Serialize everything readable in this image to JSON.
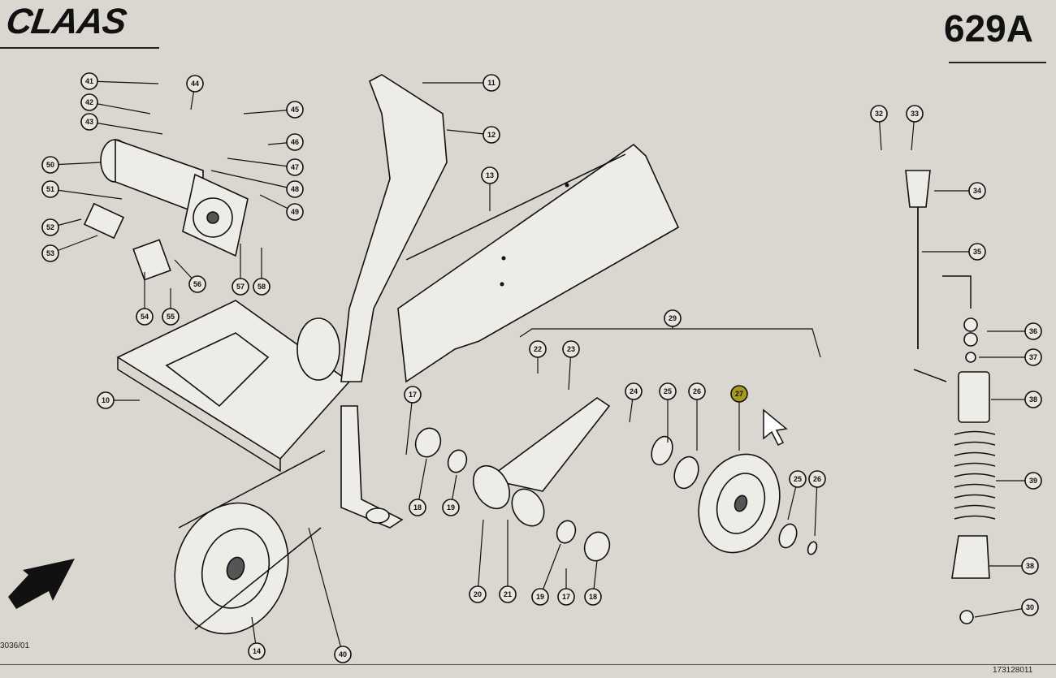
{
  "brand": "CLAAS",
  "page_number": "629A",
  "drawing_ref_left": "3036/01",
  "drawing_ref_right": "173128011",
  "callouts": [
    {
      "id": "c41",
      "label": "41"
    },
    {
      "id": "c42",
      "label": "42"
    },
    {
      "id": "c43",
      "label": "43"
    },
    {
      "id": "c44",
      "label": "44"
    },
    {
      "id": "c50",
      "label": "50"
    },
    {
      "id": "c51",
      "label": "51"
    },
    {
      "id": "c52",
      "label": "52"
    },
    {
      "id": "c53",
      "label": "53"
    },
    {
      "id": "c45",
      "label": "45"
    },
    {
      "id": "c46",
      "label": "46"
    },
    {
      "id": "c47",
      "label": "47"
    },
    {
      "id": "c48",
      "label": "48"
    },
    {
      "id": "c49",
      "label": "49"
    },
    {
      "id": "c54",
      "label": "54"
    },
    {
      "id": "c55",
      "label": "55"
    },
    {
      "id": "c56",
      "label": "56"
    },
    {
      "id": "c57",
      "label": "57"
    },
    {
      "id": "c58",
      "label": "58"
    },
    {
      "id": "c10",
      "label": "10"
    },
    {
      "id": "c11",
      "label": "11"
    },
    {
      "id": "c12",
      "label": "12"
    },
    {
      "id": "c13",
      "label": "13"
    },
    {
      "id": "c29",
      "label": "29"
    },
    {
      "id": "c22",
      "label": "22"
    },
    {
      "id": "c23",
      "label": "23"
    },
    {
      "id": "c24",
      "label": "24"
    },
    {
      "id": "c25a",
      "label": "25"
    },
    {
      "id": "c26a",
      "label": "26"
    },
    {
      "id": "c27",
      "label": "27"
    },
    {
      "id": "c25b",
      "label": "25"
    },
    {
      "id": "c26b",
      "label": "26"
    },
    {
      "id": "c17a",
      "label": "17"
    },
    {
      "id": "c18a",
      "label": "18"
    },
    {
      "id": "c19a",
      "label": "19"
    },
    {
      "id": "c20",
      "label": "20"
    },
    {
      "id": "c21",
      "label": "21"
    },
    {
      "id": "c19b",
      "label": "19"
    },
    {
      "id": "c17b",
      "label": "17"
    },
    {
      "id": "c18b",
      "label": "18"
    },
    {
      "id": "c14",
      "label": "14"
    },
    {
      "id": "c40",
      "label": "40"
    },
    {
      "id": "c32",
      "label": "32"
    },
    {
      "id": "c33",
      "label": "33"
    },
    {
      "id": "c34",
      "label": "34"
    },
    {
      "id": "c35",
      "label": "35"
    },
    {
      "id": "c36",
      "label": "36"
    },
    {
      "id": "c37",
      "label": "37"
    },
    {
      "id": "c38a",
      "label": "38"
    },
    {
      "id": "c39",
      "label": "39"
    },
    {
      "id": "c38b",
      "label": "38"
    },
    {
      "id": "c30",
      "label": "30"
    }
  ],
  "highlighted_callout": "27",
  "colors": {
    "background": "#d9d7cf",
    "ink": "#111111",
    "highlight": "#a59a20"
  }
}
